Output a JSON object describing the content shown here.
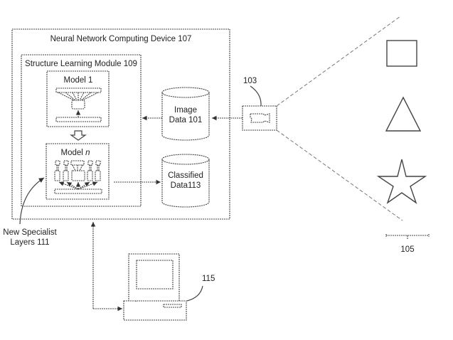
{
  "diagram": {
    "device": {
      "title": "Neural Network Computing Device 107"
    },
    "module": {
      "title": "Structure Learning Module 109"
    },
    "model_first": {
      "title": "Model 1"
    },
    "model_n": {
      "title_prefix": "Model ",
      "title_var": "n"
    },
    "image_data": {
      "line1": "Image",
      "line2": "Data 101"
    },
    "classified_data": {
      "line1": "Classified",
      "line2": "Data113"
    },
    "camera": {
      "ref": "103",
      "icon": "camera-icon"
    },
    "specialist_layers": {
      "line1": "New Specialist",
      "line2": "Layers 111"
    },
    "objects": {
      "ref": "105",
      "shapes": [
        "square",
        "triangle",
        "star"
      ]
    },
    "computer": {
      "ref": "115",
      "icon": "computer-icon"
    }
  }
}
